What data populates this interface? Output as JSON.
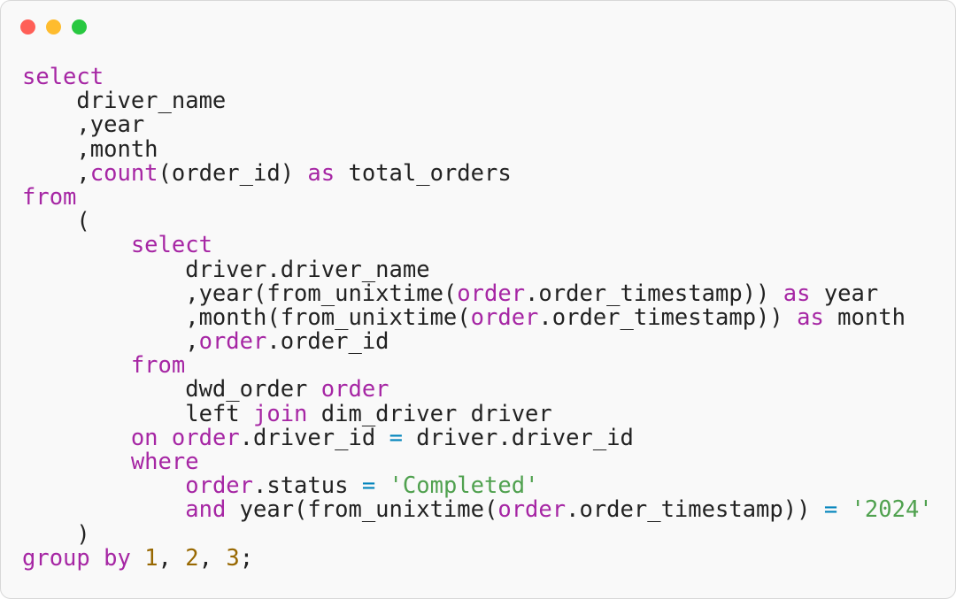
{
  "window": {
    "controls": [
      {
        "name": "close",
        "color": "#ff5f57"
      },
      {
        "name": "minimize",
        "color": "#febc2e"
      },
      {
        "name": "maximize",
        "color": "#28c840"
      }
    ]
  },
  "theme": {
    "keyword": "#a626a4",
    "string": "#50a14f",
    "number": "#986801",
    "operator": "#0184bc",
    "text": "#222222",
    "background": "#f9f9f9"
  },
  "code": {
    "language": "sql",
    "lines": [
      [
        {
          "t": "kw",
          "v": "select"
        }
      ],
      [
        {
          "t": "pl",
          "v": "    driver_name"
        }
      ],
      [
        {
          "t": "pl",
          "v": "    ,year"
        }
      ],
      [
        {
          "t": "pl",
          "v": "    ,month"
        }
      ],
      [
        {
          "t": "pl",
          "v": "    ,"
        },
        {
          "t": "kw",
          "v": "count"
        },
        {
          "t": "pl",
          "v": "(order_id) "
        },
        {
          "t": "kw",
          "v": "as"
        },
        {
          "t": "pl",
          "v": " total_orders"
        }
      ],
      [
        {
          "t": "kw",
          "v": "from"
        }
      ],
      [
        {
          "t": "pl",
          "v": "    ("
        }
      ],
      [
        {
          "t": "pl",
          "v": "        "
        },
        {
          "t": "kw",
          "v": "select"
        }
      ],
      [
        {
          "t": "pl",
          "v": "            driver.driver_name"
        }
      ],
      [
        {
          "t": "pl",
          "v": "            ,year(from_unixtime("
        },
        {
          "t": "kw",
          "v": "order"
        },
        {
          "t": "pl",
          "v": ".order_timestamp)) "
        },
        {
          "t": "kw",
          "v": "as"
        },
        {
          "t": "pl",
          "v": " year"
        }
      ],
      [
        {
          "t": "pl",
          "v": "            ,month(from_unixtime("
        },
        {
          "t": "kw",
          "v": "order"
        },
        {
          "t": "pl",
          "v": ".order_timestamp)) "
        },
        {
          "t": "kw",
          "v": "as"
        },
        {
          "t": "pl",
          "v": " month"
        }
      ],
      [
        {
          "t": "pl",
          "v": "            ,"
        },
        {
          "t": "kw",
          "v": "order"
        },
        {
          "t": "pl",
          "v": ".order_id"
        }
      ],
      [
        {
          "t": "pl",
          "v": "        "
        },
        {
          "t": "kw",
          "v": "from"
        }
      ],
      [
        {
          "t": "pl",
          "v": "            dwd_order "
        },
        {
          "t": "kw",
          "v": "order"
        }
      ],
      [
        {
          "t": "pl",
          "v": "            left "
        },
        {
          "t": "kw",
          "v": "join"
        },
        {
          "t": "pl",
          "v": " dim_driver driver"
        }
      ],
      [
        {
          "t": "pl",
          "v": "        "
        },
        {
          "t": "kw",
          "v": "on"
        },
        {
          "t": "pl",
          "v": " "
        },
        {
          "t": "kw",
          "v": "order"
        },
        {
          "t": "pl",
          "v": ".driver_id "
        },
        {
          "t": "op",
          "v": "="
        },
        {
          "t": "pl",
          "v": " driver.driver_id"
        }
      ],
      [
        {
          "t": "pl",
          "v": "        "
        },
        {
          "t": "kw",
          "v": "where"
        }
      ],
      [
        {
          "t": "pl",
          "v": "            "
        },
        {
          "t": "kw",
          "v": "order"
        },
        {
          "t": "pl",
          "v": ".status "
        },
        {
          "t": "op",
          "v": "="
        },
        {
          "t": "pl",
          "v": " "
        },
        {
          "t": "str",
          "v": "'Completed'"
        }
      ],
      [
        {
          "t": "pl",
          "v": "            "
        },
        {
          "t": "kw",
          "v": "and"
        },
        {
          "t": "pl",
          "v": " year(from_unixtime("
        },
        {
          "t": "kw",
          "v": "order"
        },
        {
          "t": "pl",
          "v": ".order_timestamp)) "
        },
        {
          "t": "op",
          "v": "="
        },
        {
          "t": "pl",
          "v": " "
        },
        {
          "t": "str",
          "v": "'2024'"
        }
      ],
      [
        {
          "t": "pl",
          "v": "    )"
        }
      ],
      [
        {
          "t": "kw",
          "v": "group by"
        },
        {
          "t": "pl",
          "v": " "
        },
        {
          "t": "num",
          "v": "1"
        },
        {
          "t": "pl",
          "v": ", "
        },
        {
          "t": "num",
          "v": "2"
        },
        {
          "t": "pl",
          "v": ", "
        },
        {
          "t": "num",
          "v": "3"
        },
        {
          "t": "pl",
          "v": ";"
        }
      ]
    ]
  }
}
